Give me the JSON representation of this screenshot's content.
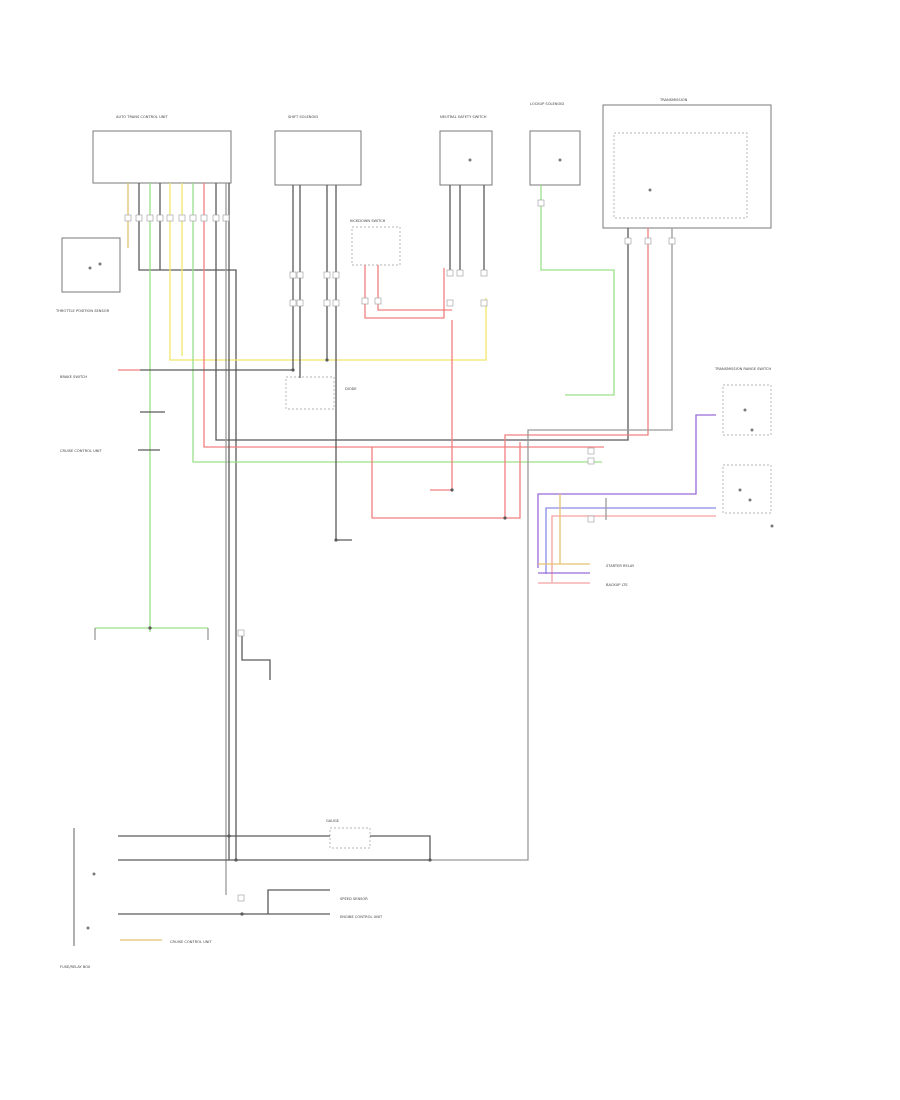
{
  "colors": {
    "wire_black": "#5a5a5a",
    "wire_gray": "#9a9a9a",
    "wire_yellow": "#f2e86a",
    "wire_green": "#9ce08a",
    "wire_red": "#f08080",
    "wire_pink": "#f4a0a0",
    "wire_purple": "#9a6ad8",
    "wire_blue": "#8a8ae8",
    "wire_orange": "#e8c070"
  },
  "components": {
    "control_unit": "AUTO TRANS CONTROL UNIT",
    "speed_sensor": "SHIFT SOLENOID",
    "kickdown_switch": "KICKDOWN SWITCH",
    "neutral_switch": "NEUTRAL SAFETY SWITCH",
    "transmission": "TRANSMISSION",
    "lockup_solenoid": "LOCKUP SOLENOID",
    "throttle_sensor": "THROTTLE POSITION SENSOR",
    "brake_switch": "BRAKE SWITCH",
    "cruise_unit": "CRUISE CONTROL UNIT",
    "range_switch": "TRANSMISSION RANGE SWITCH",
    "diode": "DIODE",
    "gauge": "GAUGE",
    "fuse_box": "FUSE/RELAY BOX"
  },
  "outputs": {
    "starter_relay": "STARTER RELAY",
    "backup_lamps": "BACKUP LTS",
    "speed_sensor_out": "SPEED SENSOR",
    "cruise_out": "CRUISE CONTROL UNIT",
    "engine_control": "ENGINE CONTROL UNIT"
  }
}
